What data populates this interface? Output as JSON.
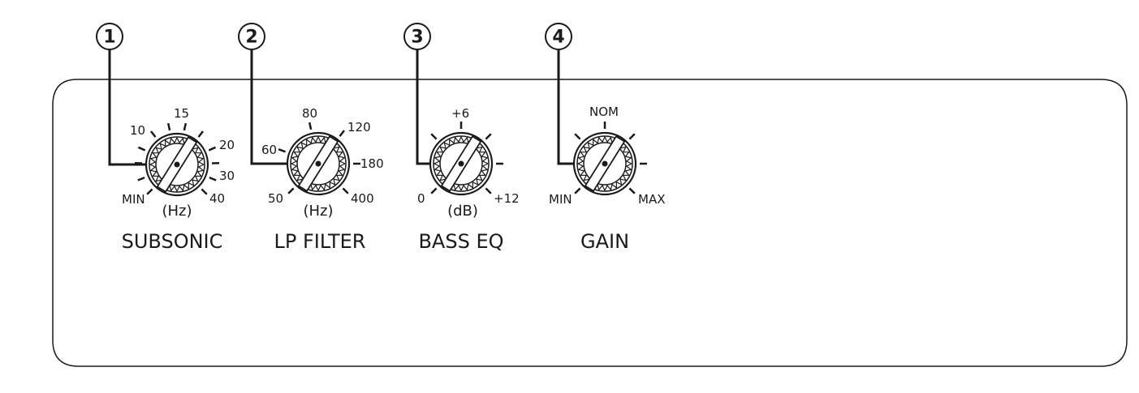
{
  "controls": [
    {
      "number": "1",
      "name": "SUBSONIC",
      "unit": "(Hz)",
      "scale": [
        "MIN",
        "10",
        "15",
        "20",
        "30",
        "40"
      ]
    },
    {
      "number": "2",
      "name": "LP FILTER",
      "unit": "(Hz)",
      "scale": [
        "50",
        "60",
        "80",
        "120",
        "180",
        "400"
      ]
    },
    {
      "number": "3",
      "name": "BASS EQ",
      "unit": "(dB)",
      "scale": [
        "0",
        "+6",
        "+12"
      ]
    },
    {
      "number": "4",
      "name": "GAIN",
      "unit": "",
      "scale": [
        "MIN",
        "NOM",
        "MAX"
      ]
    }
  ]
}
